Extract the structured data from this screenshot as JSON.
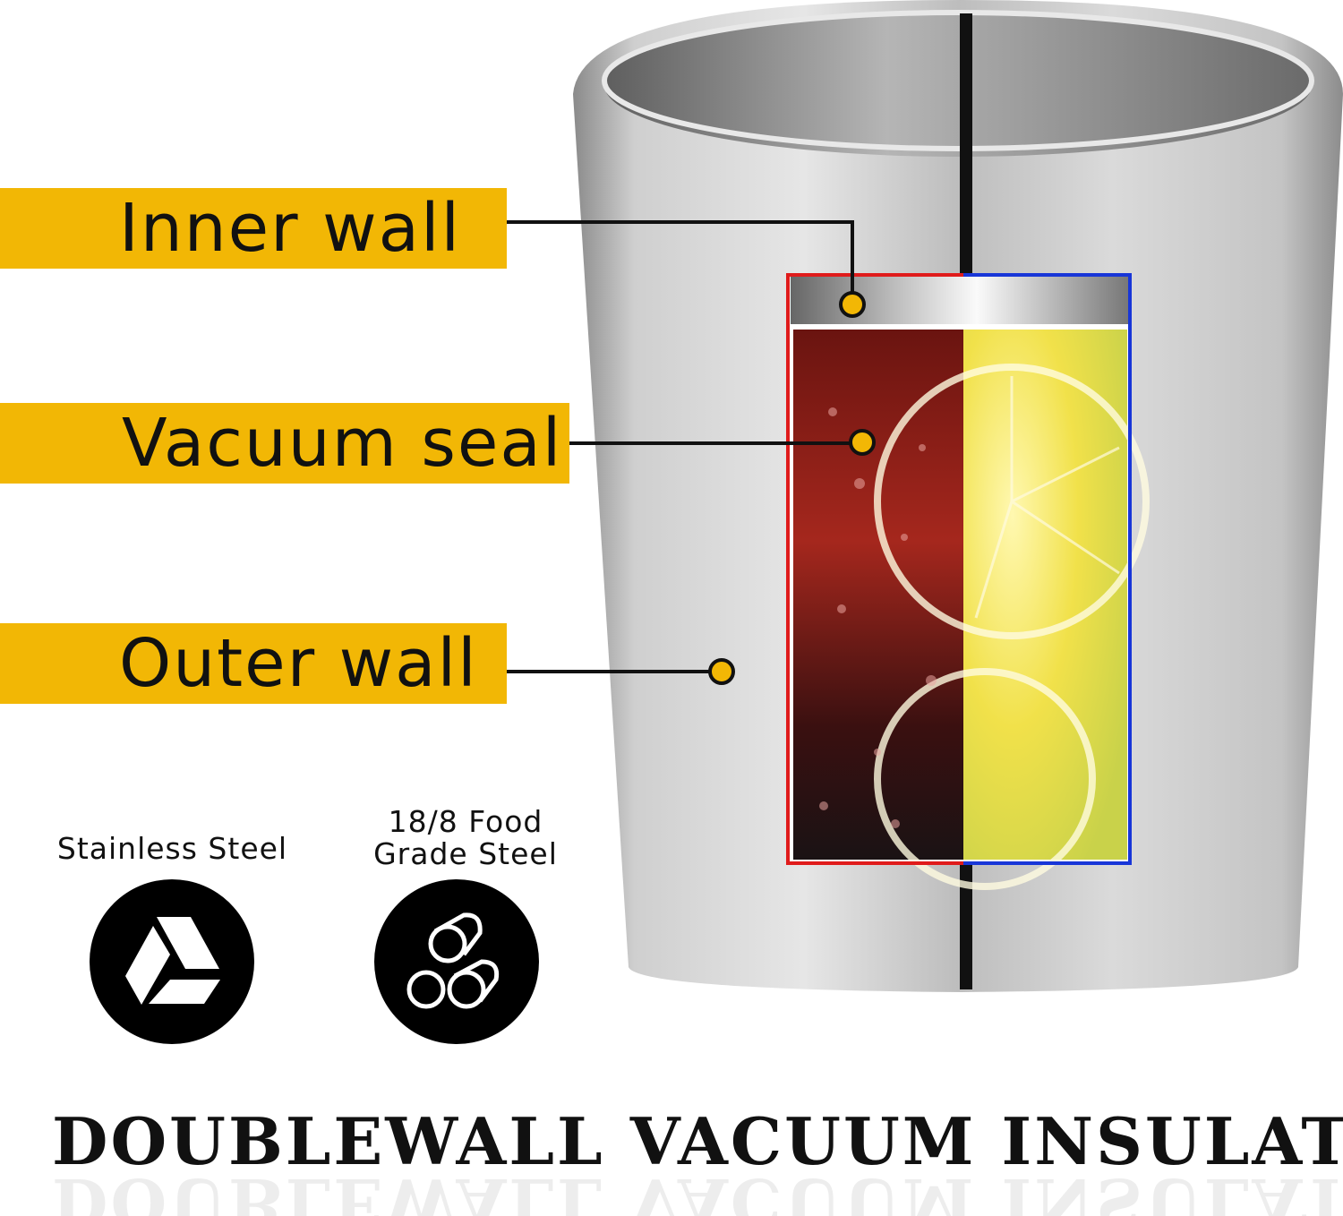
{
  "callouts": {
    "inner_wall": "Inner wall",
    "vacuum_seal": "Vacuum seal",
    "outer_wall": "Outer wall"
  },
  "features": [
    {
      "label": "Stainless Steel",
      "icon": "triangle-prism-icon"
    },
    {
      "label_line1": "18/8 Food",
      "label_line2": "Grade Steel",
      "icon": "steel-pipes-icon"
    }
  ],
  "title": "DOUBLEWALL VACUUM INSULATION",
  "colors": {
    "accent": "#f2b705",
    "hot": "#e01b1b",
    "cold": "#1836d8"
  }
}
